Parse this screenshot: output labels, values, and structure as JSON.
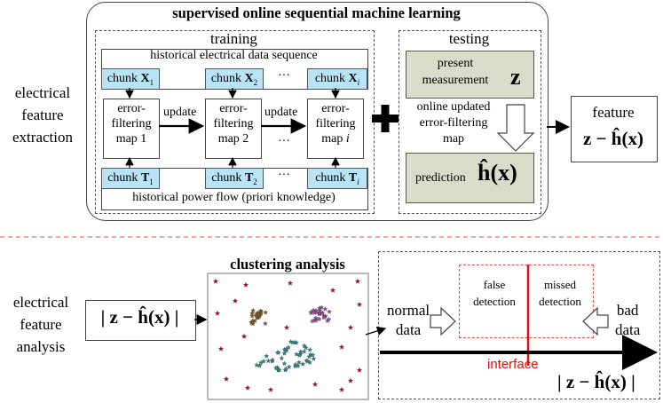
{
  "top": {
    "title": "supervised online sequential machine learning",
    "left_label": [
      "electrical",
      "feature",
      "extraction"
    ],
    "training": {
      "title": "training",
      "sequence_label": "historical electrical data sequence",
      "power_flow_label": "historical power flow (priori knowledge)",
      "chunks_x": [
        "chunk X1",
        "chunk X2",
        "chunk Xi"
      ],
      "chunks_t": [
        "chunk T1",
        "chunk T2",
        "chunk Ti"
      ],
      "maps": [
        "error-filtering map 1",
        "error-filtering map 2",
        "error-filtering map i"
      ],
      "update_labels": [
        "update",
        "update"
      ],
      "ellipsis": "···"
    },
    "testing": {
      "title": "testing",
      "measurement_line1": "present",
      "measurement_line2": "measurement",
      "measurement_symbol": "z",
      "online_label_lines": [
        "online updated",
        "error-filtering",
        "map"
      ],
      "prediction_label": "prediction",
      "prediction_symbol": "ĥ(x)"
    },
    "feature": {
      "label": "feature",
      "formula": "z − ĥ(x)"
    }
  },
  "bottom": {
    "left_label": [
      "electrical",
      "feature",
      "analysis"
    ],
    "input_formula": "| z − ĥ(x) |",
    "clustering_title": "clustering analysis",
    "decision": {
      "false_detection": [
        "false",
        "detection"
      ],
      "missed_detection": [
        "missed",
        "detection"
      ],
      "normal_data": [
        "normal",
        "data"
      ],
      "bad_data": [
        "bad",
        "data"
      ],
      "interface_label": "interface",
      "axis_formula": "| z − ĥ(x) |"
    }
  },
  "colors": {
    "chunk_fill": "#b8e4f5",
    "green_fill": "#d9dcc8",
    "interface_red": "#e01010",
    "separator_red": "#e05050",
    "cluster_brown": "#8a5a1a",
    "cluster_purple": "#9a4a9a",
    "cluster_teal": "#2a8a8a",
    "outlier_red": "#a01010"
  }
}
